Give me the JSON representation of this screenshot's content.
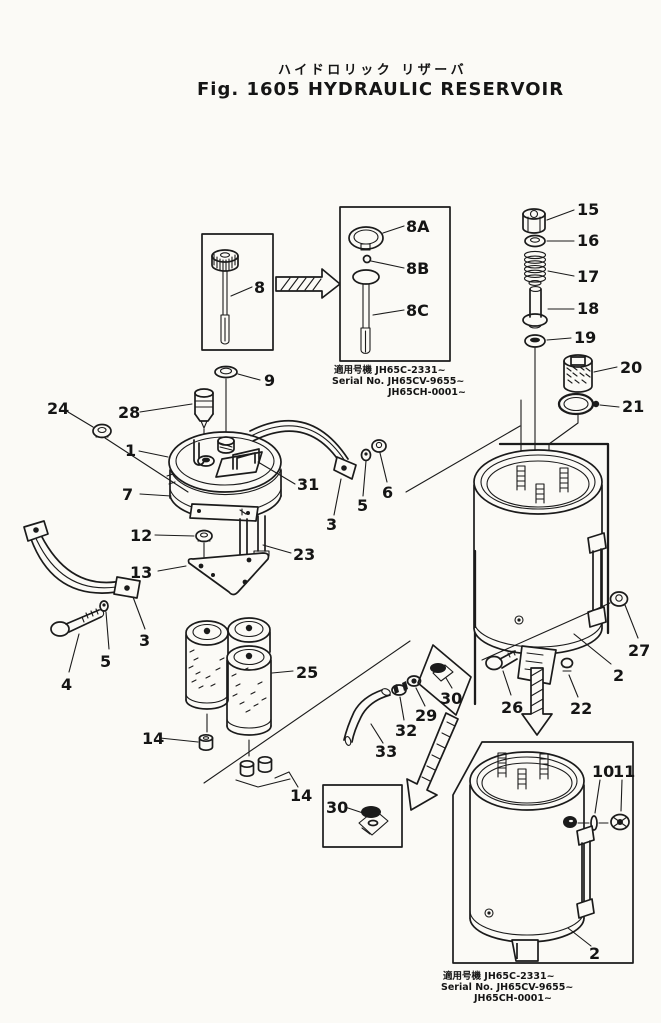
{
  "title": {
    "jp": "ハイドロリック リザーバ",
    "en": "Fig. 1605 HYDRAULIC RESERVOIR"
  },
  "serial_note": {
    "applicable": "適用号機 JH65C-2331~",
    "serial": "Serial No. JH65CV-9655~",
    "serial2": "JH65CH-0001~"
  },
  "callouts": {
    "c8": "8",
    "c8a": "8A",
    "c8b": "8B",
    "c8c": "8C",
    "c15": "15",
    "c16": "16",
    "c17": "17",
    "c18": "18",
    "c19": "19",
    "c20": "20",
    "c21": "21",
    "c9": "9",
    "c28": "28",
    "c24": "24",
    "c1": "1",
    "c31": "31",
    "c7": "7",
    "c12": "12",
    "c13": "13",
    "c23": "23",
    "c3_right": "3",
    "c5_right": "5",
    "c6": "6",
    "c3_left": "3",
    "c5_left": "5",
    "c4": "4",
    "c25": "25",
    "c14_left": "14",
    "c14_bottom": "14",
    "c29": "29",
    "c32": "32",
    "c33": "33",
    "c30_mid": "30",
    "c30_bottom": "30",
    "c26": "26",
    "c22": "22",
    "c27": "27",
    "c2_main": "2",
    "c10": "10",
    "c11": "11",
    "c2_box": "2"
  },
  "colors": {
    "ink": "#1b1b1b",
    "paper": "#fbfaf6"
  }
}
